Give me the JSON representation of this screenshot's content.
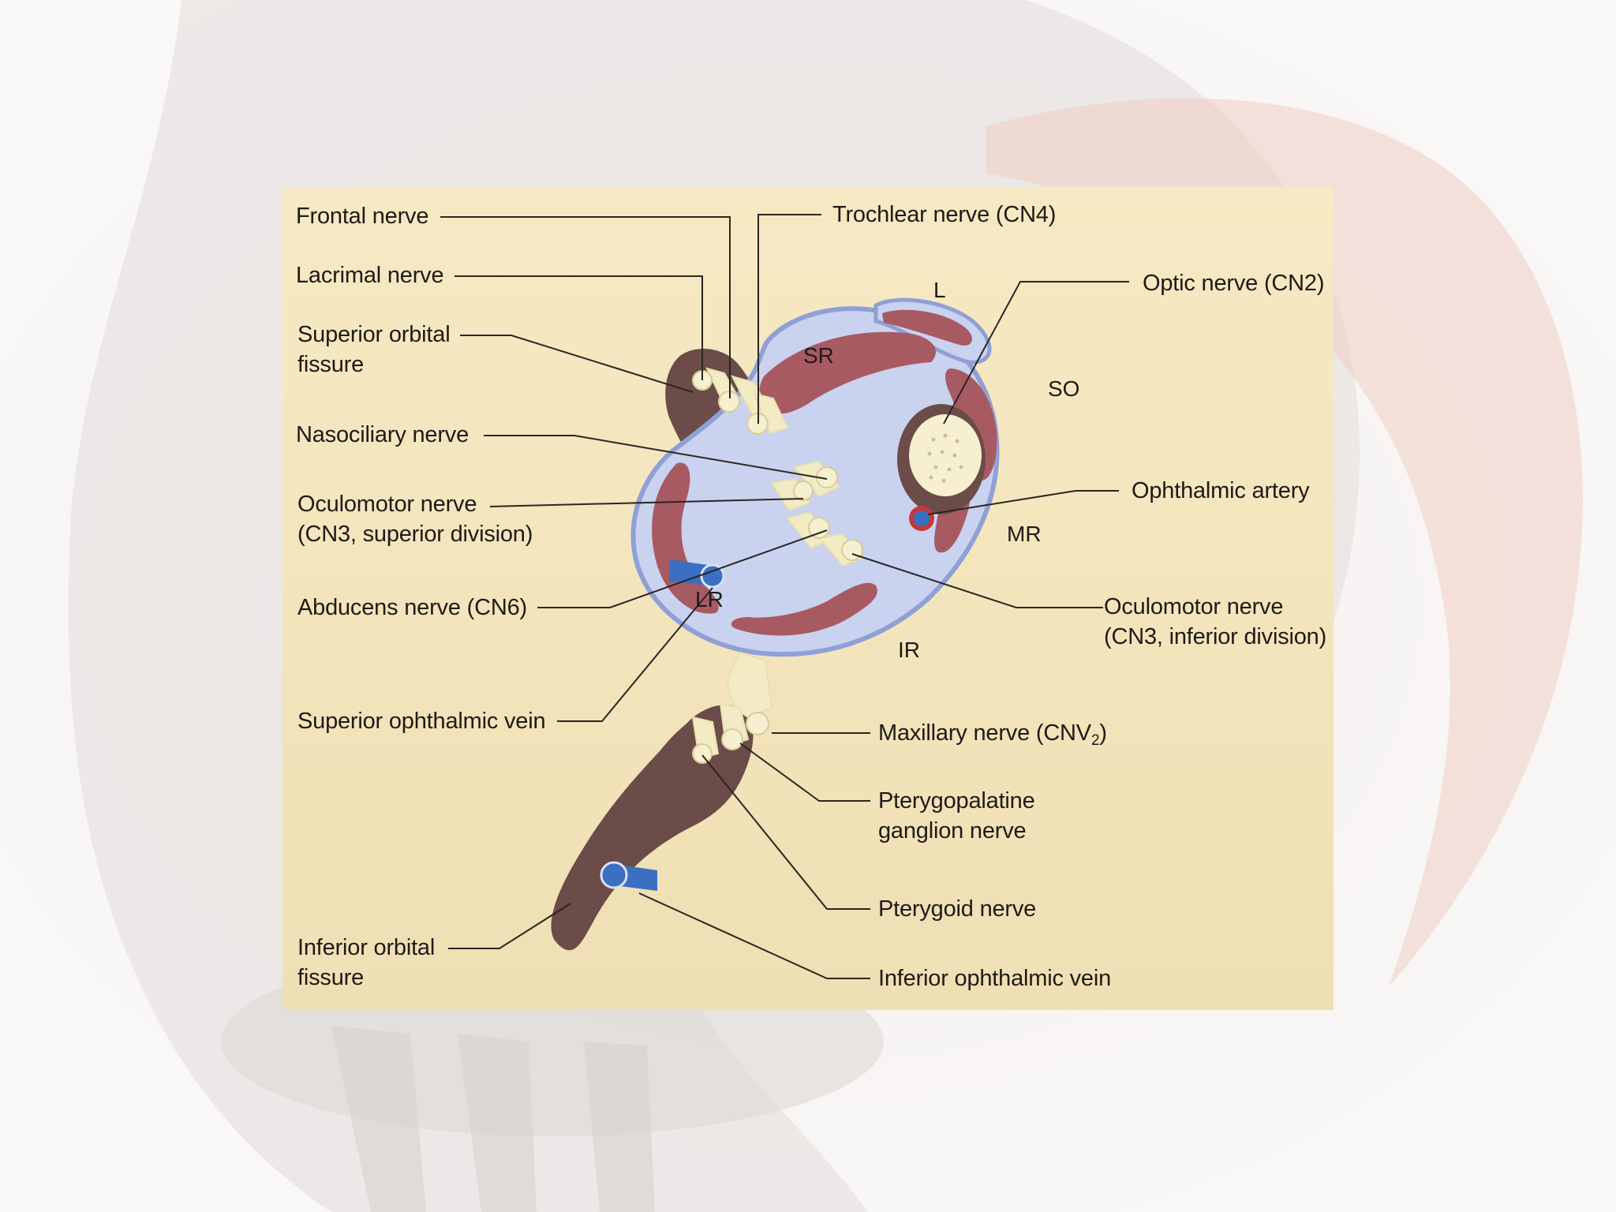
{
  "labels": {
    "frontal_nerve": "Frontal nerve",
    "trochlear_nerve": "Trochlear nerve (CN4)",
    "lacrimal_nerve": "Lacrimal nerve",
    "optic_nerve": "Optic nerve (CN2)",
    "superior_orbital_fissure": [
      "Superior orbital",
      "fissure"
    ],
    "nasociliary_nerve": "Nasociliary nerve",
    "ophthalmic_artery": "Ophthalmic artery",
    "oculomotor_superior": [
      "Oculomotor nerve",
      "(CN3, superior division)"
    ],
    "abducens_nerve": "Abducens nerve (CN6)",
    "oculomotor_inferior": [
      "Oculomotor nerve",
      "(CN3, inferior division)"
    ],
    "superior_ophthalmic_vein": "Superior ophthalmic vein",
    "maxillary_nerve": {
      "text": "Maxillary nerve (CNV",
      "subscript": "2",
      "suffix": ")"
    },
    "pterygopalatine_ganglion_nerve": [
      "Pterygopalatine",
      "ganglion nerve"
    ],
    "pterygoid_nerve": "Pterygoid nerve",
    "inferior_orbital_fissure": [
      "Inferior orbital",
      "fissure"
    ],
    "inferior_ophthalmic_vein": "Inferior ophthalmic vein"
  },
  "muscle_abbreviations": {
    "lateral_levator": "L",
    "superior_rectus": "SR",
    "superior_oblique": "SO",
    "medial_rectus": "MR",
    "lateral_rectus": "LR",
    "inferior_rectus": "IR"
  },
  "colors": {
    "panel_background": "#f4e6bd",
    "fissure": "#6b4c48",
    "muscle": "#a85a63",
    "muscle_outline": "#8fa0d6",
    "nerve": "#f3ebc4",
    "vein": "#3a6fc2",
    "artery": "#c23a3a"
  }
}
